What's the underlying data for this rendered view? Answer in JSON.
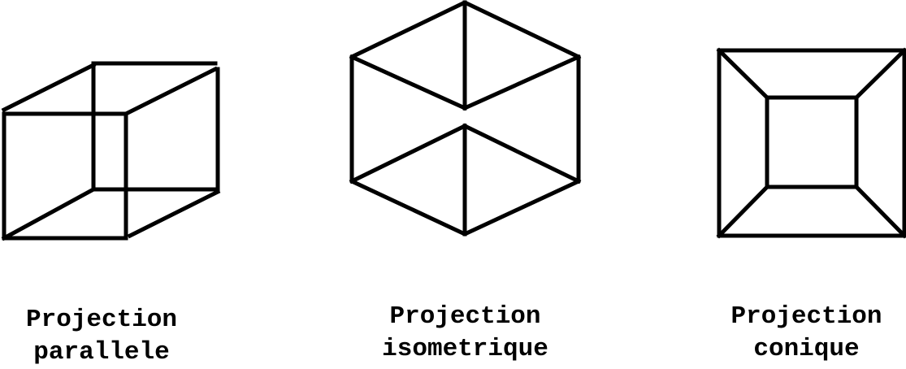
{
  "figures": [
    {
      "id": "parallel",
      "caption_line1": "Projection",
      "caption_line2": "parallele"
    },
    {
      "id": "isometric",
      "caption_line1": "Projection",
      "caption_line2": "isometrique"
    },
    {
      "id": "conique",
      "caption_line1": "Projection",
      "caption_line2": "conique"
    }
  ],
  "stroke_color": "#000000",
  "background_color": "#ffffff"
}
